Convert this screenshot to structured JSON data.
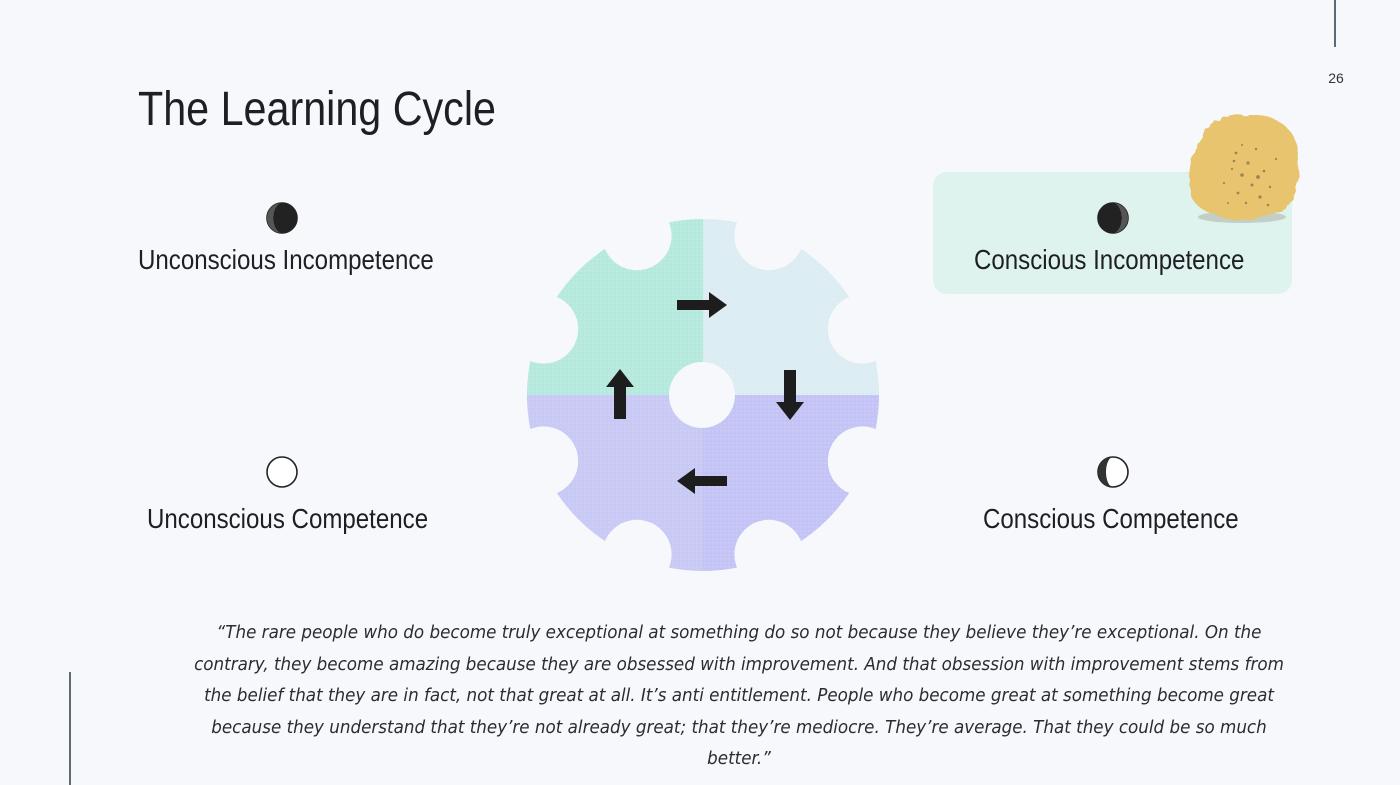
{
  "slide": {
    "title": "The Learning Cycle",
    "page_number": "26"
  },
  "stages": {
    "unconscious_incompetence": {
      "label": "Unconscious Incompetence",
      "icon": "waxing-gibbous-moon-icon"
    },
    "conscious_incompetence": {
      "label": "Conscious Incompetence",
      "icon": "waning-gibbous-moon-icon",
      "highlighted": true
    },
    "conscious_competence": {
      "label": "Conscious Competence",
      "icon": "half-moon-icon"
    },
    "unconscious_competence": {
      "label": "Unconscious Competence",
      "icon": "full-moon-icon"
    }
  },
  "cycle": {
    "quadrant_colors": {
      "top_left": "#b6e9dd",
      "top_right": "#dcecf3",
      "bottom_left": "#c8c9f4",
      "bottom_right": "#c3c4f5"
    },
    "arrows": [
      "right",
      "down",
      "left",
      "up"
    ]
  },
  "quote": {
    "text": "“The rare people who do become truly exceptional at something do so not because they believe they’re exceptional. On the contrary, they become amazing because they are obsessed with improvement. And that obsession with improvement stems from the belief that they are in fact, not that great at all. It’s anti entitlement. People who become great at something become great because they understand that they’re not already great; that they’re mediocre. They’re average. That they could be so much better.”"
  },
  "colors": {
    "background": "#f6f8fc",
    "highlight": "#dff3ee",
    "sponge": "#e8c46e"
  }
}
